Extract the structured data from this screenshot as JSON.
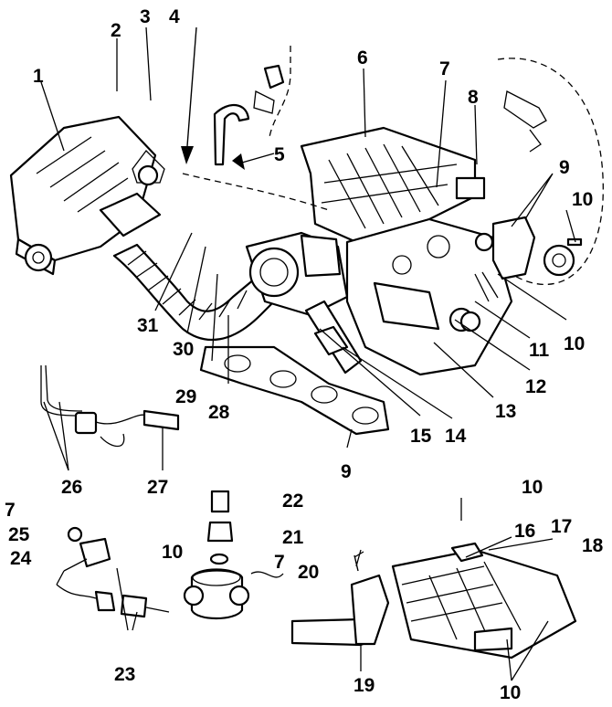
{
  "diagram": {
    "labels": {
      "l1": "1",
      "l2": "2",
      "l3": "3",
      "l4": "4",
      "l5": "5",
      "l6": "6",
      "l7a": "7",
      "l7b": "7",
      "l7c": "7",
      "l8": "8",
      "l9a": "9",
      "l9b": "9",
      "l10a": "10",
      "l10b": "10",
      "l10c": "10",
      "l10d": "10",
      "l10e": "10",
      "l11": "11",
      "l12": "12",
      "l13": "13",
      "l14": "14",
      "l15": "15",
      "l16": "16",
      "l17": "17",
      "l18": "18",
      "l19": "19",
      "l20": "20",
      "l21": "21",
      "l22": "22",
      "l23": "23",
      "l24": "24",
      "l25": "25",
      "l26": "26",
      "l27": "27",
      "l28": "28",
      "l29": "29",
      "l30": "30",
      "l31": "31"
    }
  }
}
